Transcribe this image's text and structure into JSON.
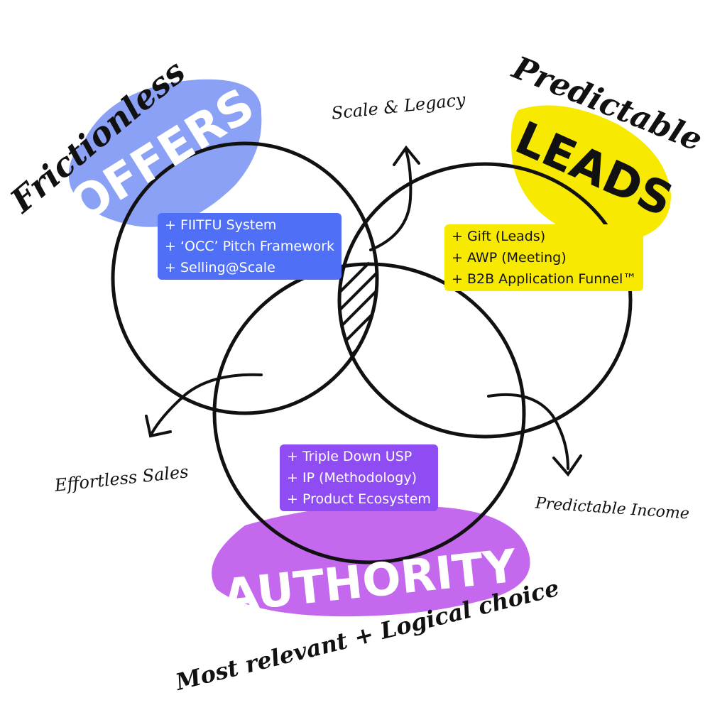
{
  "offers": {
    "tag": "Frictionless",
    "label": "OFFERS",
    "items": [
      "+ FIITFU System",
      "+ ‘OCC’ Pitch Framework",
      "+ Selling@Scale"
    ]
  },
  "leads": {
    "tag": "Predictable",
    "label": "LEADS",
    "items": [
      "+ Gift (Leads)",
      "+ AWP (Meeting)",
      "+ B2B Application Funnel™"
    ]
  },
  "authority": {
    "tag": "Most relevant + Logical choice",
    "label": "AUTHORITY",
    "items": [
      "+ Triple Down USP",
      "+ IP (Methodology)",
      "+ Product Ecosystem"
    ]
  },
  "outcomes": {
    "scale": "Scale & Legacy",
    "sales": "Effortless Sales",
    "income": "Predictable Income"
  },
  "colors": {
    "offers_blob": "#8aa1f5",
    "offers_box": "#4f6ff7",
    "leads_blob": "#f7ea00",
    "leads_box": "#f7ea00",
    "authority_blob": "#c469ee",
    "authority_box": "#8e4cf2",
    "stroke": "#111111"
  }
}
